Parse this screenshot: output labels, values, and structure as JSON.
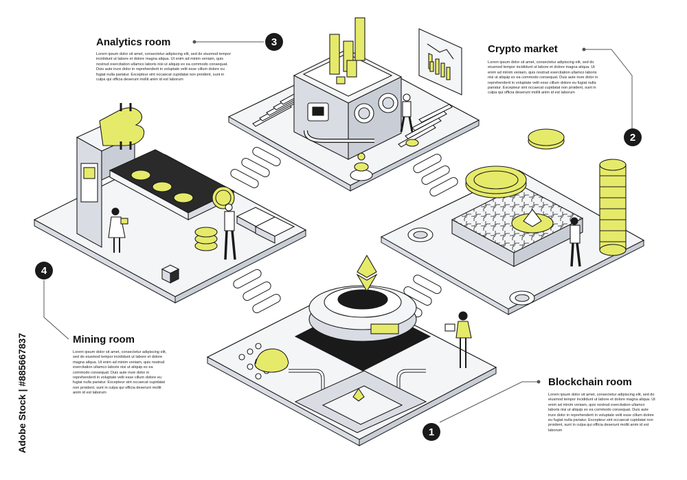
{
  "colors": {
    "accent": "#e6ea6a",
    "line": "#1a1a1a",
    "panel": "#d9dde3",
    "floor": "#f2f3f5"
  },
  "sections": {
    "analytics": {
      "number": "3",
      "title": "Analytics room",
      "body": "Lorem ipsum dolor sit amet, consectetur adipiscing elit, sed do eiusmod tempor incididunt ut labore et dolore magna aliqua. Ut enim ad minim veniam, quis nostrud exercitation ullamco laboris nisi ut aliquip ex ea commodo consequat. Duis aute irure dolor in reprehenderit in voluptate velit esse cillum dolore eu fugiat nulla pariatur. Excepteur sint occaecat cupidatat non proident, sunt in culpa qui officia deserunt mollit anim id est laborum"
    },
    "crypto": {
      "number": "2",
      "title": "Crypto market",
      "body": "Lorem ipsum dolor sit amet, consectetur adipiscing elit, sed do eiusmod tempor incididunt ut labore et dolore magna aliqua. Ut enim ad minim veniam, quis nostrud exercitation ullamco laboris nisi ut aliquip ex ea commodo consequat. Duis aute irure dolor in reprehenderit in voluptate velit esse cillum dolore eu fugiat nulla pariatur. Excepteur sint occaecat cupidatat non proident, sunt in culpa qui officia deserunt mollit anim id est laborum"
    },
    "mining": {
      "number": "4",
      "title": "Mining room",
      "body": "Lorem ipsum dolor sit amet, consectetur adipiscing elit, sed do eiusmod tempor incididunt ut labore et dolore magna aliqua. Ut enim ad minim veniam, quis nostrud exercitation ullamco laboris nisi ut aliquip ex ea commodo consequat. Duis aute irure dolor in reprehenderit in voluptate velit esse cillum dolore eu fugiat nulla pariatur. Excepteur sint occaecat cupidatat non proident, sunt in culpa qui officia deserunt mollit anim id est laborum"
    },
    "blockchain": {
      "number": "1",
      "title": "Blockchain room",
      "body": "Lorem ipsum dolor sit amet, consectetur adipiscing elit, sed do eiusmod tempor incididunt ut labore et dolore magna aliqua. Ut enim ad minim veniam, quis nostrud exercitation ullamco laboris nisi ut aliquip ex ea commodo consequat. Duis aute irure dolor in reprehenderit in voluptate velit esse cillum dolore eu fugiat nulla pariatur. Excepteur sint occaecat cupidatat non proident, sunt in culpa qui officia deserunt mollit anim id est laborum"
    }
  },
  "watermark": "Adobe Stock | #885667837"
}
